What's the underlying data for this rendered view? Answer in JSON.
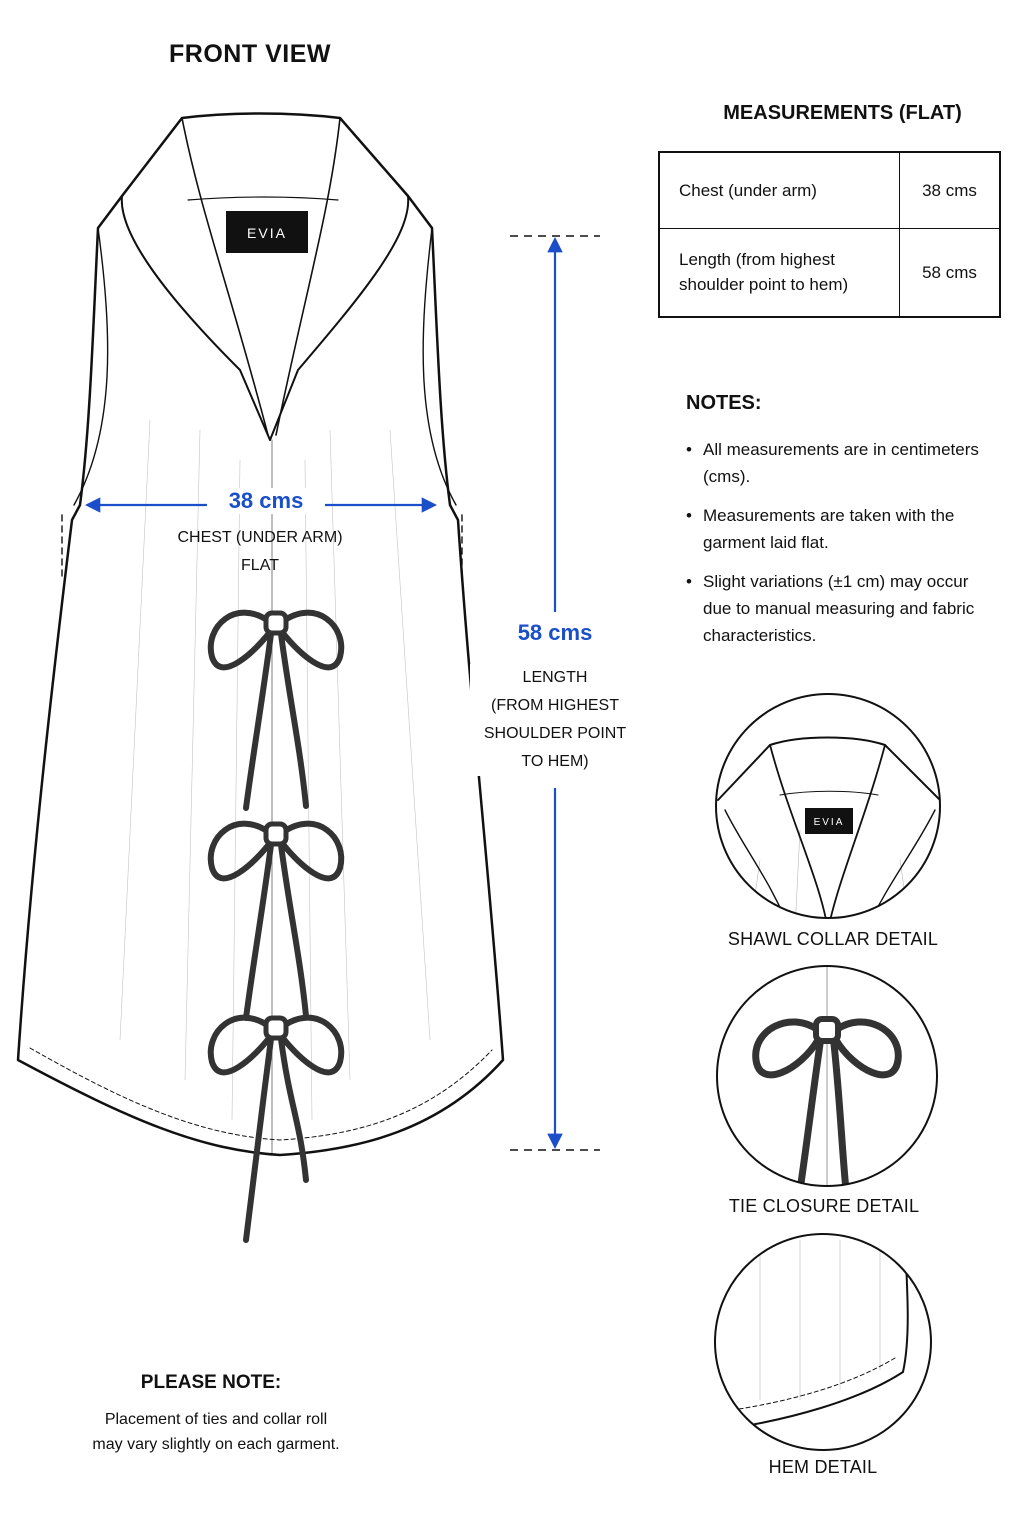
{
  "front_view": {
    "title": "FRONT VIEW",
    "brand_label": "EVIA"
  },
  "measurements": {
    "title": "MEASUREMENTS (FLAT)",
    "rows": [
      {
        "label": "Chest (under arm)",
        "value": "38 cms"
      },
      {
        "label": "Length (from highest shoulder point to hem)",
        "value": "58 cms"
      }
    ]
  },
  "notes": {
    "title": "NOTES:",
    "items": [
      "All measurements are in centimeters (cms).",
      "Measurements are taken with the garment laid flat.",
      "Slight variations (±1 cm) may occur due to manual measuring and fabric characteristics."
    ]
  },
  "dimensions": {
    "chest": {
      "value": "38 cms",
      "label_line1": "CHEST (UNDER ARM)",
      "label_line2": "FLAT"
    },
    "length": {
      "value": "58 cms",
      "label_lines": [
        "LENGTH",
        "(FROM HIGHEST",
        "SHOULDER POINT",
        "TO HEM)"
      ]
    }
  },
  "details": [
    {
      "caption": "SHAWL COLLAR DETAIL",
      "brand_label": "EVIA"
    },
    {
      "caption": "TIE CLOSURE DETAIL"
    },
    {
      "caption": "HEM DETAIL"
    }
  ],
  "please_note": {
    "title": "PLEASE NOTE:",
    "line1": "Placement of ties and collar roll",
    "line2": "may vary slightly on each garment."
  },
  "colors": {
    "dimension_blue": "#1a4fc9",
    "line": "#111111",
    "label_bg": "#111111"
  }
}
